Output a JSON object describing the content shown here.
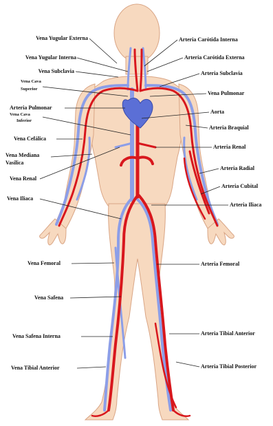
{
  "labels_left": [
    "Vena Yugular Externa",
    "Vena Yugular Interna",
    "Vena Subclavia",
    "Vena Cava",
    "Superior",
    "Arteria Pulmonar",
    "Vena Cava",
    "Inferior",
    "Vena Cefálica",
    "Vena Mediana",
    "Vasilica",
    "Vena Renal",
    "Vena Iliaca",
    "Vena Femoral",
    "Vena Safena",
    "Vena Safena Interna",
    "Vena Tibial Anterior"
  ],
  "labels_right": [
    "Arteria Carótida Interna",
    "Arteria Carótida Externa",
    "Arteria Subclavia",
    "Vena Pulmonar",
    "Aorta",
    "Arteria Braquial",
    "Arteria Renal",
    "Arteria Radial",
    "Arteria Cubital",
    "Arteria Iliaca",
    "Arteria Femoral",
    "Arteria Tibial Anterior",
    "Arteria Tibial Posterior"
  ],
  "colors": {
    "skin": "#f7d9bf",
    "skin_outline": "#d9a585",
    "artery": "#d8171d",
    "vein": "#8c9ee8",
    "heart": "#5b6fd6",
    "leader": "#222222"
  }
}
